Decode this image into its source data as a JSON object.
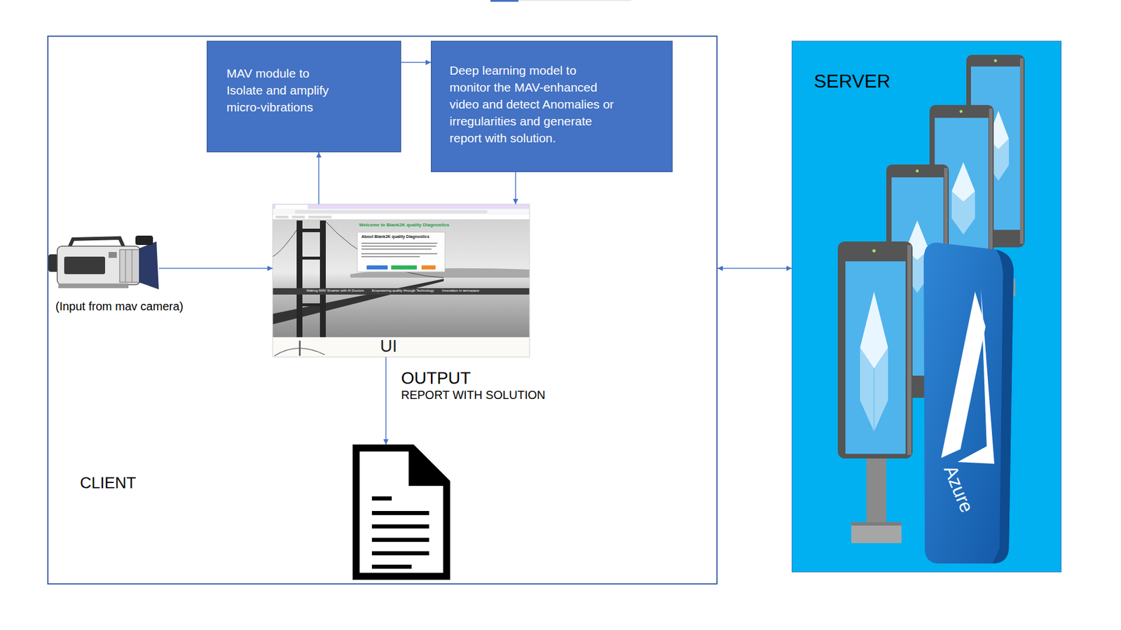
{
  "diagram": {
    "nodes": [
      {
        "text": [
          "CLIENT"
        ]
      },
      {
        "text": [
          "MAV module to Isolate and amplify micro-vibrations"
        ],
        "in": 0
      },
      {
        "text": [
          "Deep learning model to monitor the MAV-enhanced video and detect Anomalies or irregularities and generate report with solution."
        ],
        "in": 0
      },
      {
        "text": [
          "(Input from mav camera)"
        ],
        "in": 0
      },
      {
        "text": [
          "Welcome to Blank2K quality Diagnostics",
          "About Blank2K quality Diagnostics",
          "Making MAV Smarter with AI Doctors",
          "Empowering quality through Technology",
          "Innovation in aerospace",
          "UI"
        ],
        "in": 0
      },
      {
        "text": [
          "OUTPUT",
          "REPORT WITH SOLUTION"
        ],
        "in": 0
      },
      {
        "text": [
          "SERVER"
        ]
      }
    ],
    "edges": [
      {
        "from": 3,
        "to": 4,
        "arrow": "to"
      },
      {
        "from": 4,
        "to": 1,
        "arrow": "to"
      },
      {
        "from": 1,
        "to": 2,
        "arrow": "to"
      },
      {
        "from": 2,
        "to": 4,
        "arrow": "to"
      },
      {
        "from": 4,
        "to": 5,
        "arrow": "to"
      },
      {
        "from": 0,
        "to": 6,
        "arrow": "both"
      }
    ],
    "labels": [
      "Azure"
    ]
  }
}
